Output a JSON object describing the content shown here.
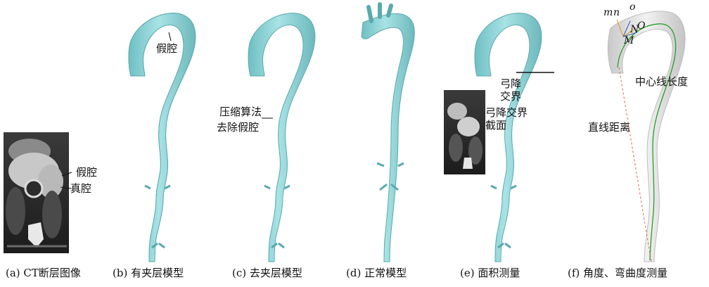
{
  "captions": {
    "a": "(a) CT断层图像",
    "b": "(b) 有夹层模型",
    "c": "(c) 去夹层模型",
    "d": "(d) 正常模型",
    "e": "(e) 面积测量",
    "f": "(f) 角度、弯曲度测量"
  },
  "panel_a": {
    "false_lumen": "假腔",
    "true_lumen": "真腔"
  },
  "panel_b": {
    "false_lumen": "假腔"
  },
  "panel_c": {
    "line1": "压缩算法",
    "line2": "去除假腔"
  },
  "panel_e": {
    "junction_1": "弓降",
    "junction_2": "交界",
    "section_1": "弓降交界",
    "section_2": "截面"
  },
  "panel_f": {
    "centerline_length": "中心线长度",
    "straight_distance": "直线距离",
    "m": "m",
    "n": "n",
    "o": "o",
    "N": "N",
    "O": "O",
    "M": "M"
  },
  "colors": {
    "vessel_fill": "#8fd3d6",
    "vessel_stroke": "#5aa9ad",
    "centerline": "#1a9a1a",
    "straight_line": "#e06050",
    "gray_model": "#e4e4e4"
  }
}
